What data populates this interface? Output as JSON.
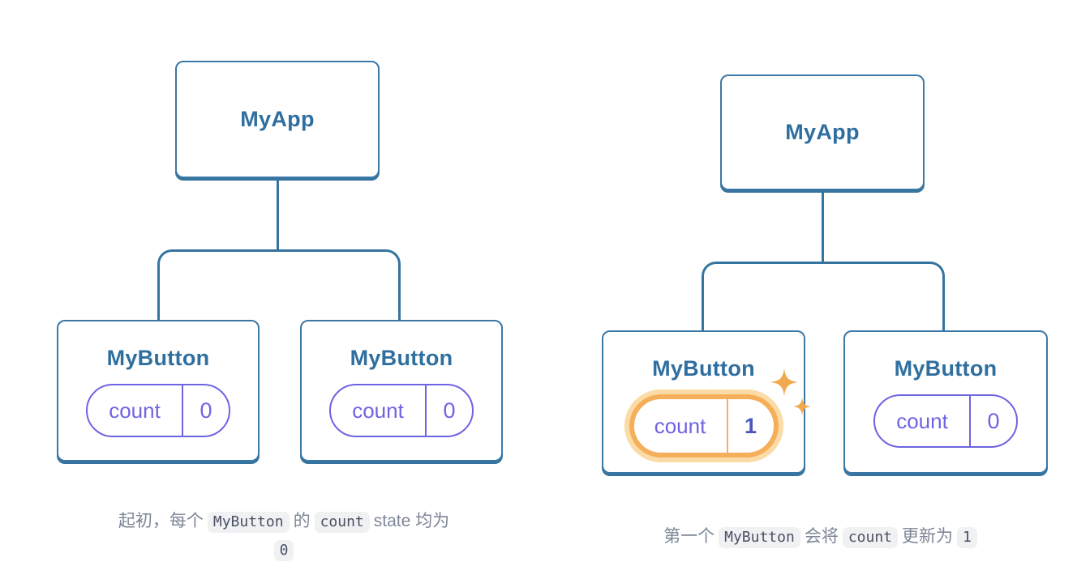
{
  "colors": {
    "tree_blue": "#35749e",
    "box_border_blue": "#3c78a6",
    "title_blue": "#2f6f9f",
    "pill_purple": "#6e64e2",
    "highlight_orange": "#f5af5b",
    "highlight_glow": "#fbdba6",
    "highlight_value_blue": "#4a55bd",
    "caption_gray": "#7d8697",
    "code_bg": "#f0f1f3",
    "code_text": "#4a5163",
    "sparkle_orange": "#f2a94e"
  },
  "diagrams": [
    {
      "name": "initial-state-tree",
      "root_label": "MyApp",
      "children": [
        {
          "title": "MyButton",
          "pill": {
            "key": "count",
            "value": "0"
          },
          "highlighted": false
        },
        {
          "title": "MyButton",
          "pill": {
            "key": "count",
            "value": "0"
          },
          "highlighted": false
        }
      ],
      "caption": {
        "parts": [
          {
            "type": "text",
            "value": "起初，每个"
          },
          {
            "type": "code",
            "value": "MyButton"
          },
          {
            "type": "text",
            "value": "的"
          },
          {
            "type": "code",
            "value": "count"
          },
          {
            "type": "text",
            "value": "state 均为"
          },
          {
            "type": "code",
            "value": "0"
          }
        ]
      }
    },
    {
      "name": "updated-state-tree",
      "root_label": "MyApp",
      "children": [
        {
          "title": "MyButton",
          "pill": {
            "key": "count",
            "value": "1"
          },
          "highlighted": true,
          "sparkle": "sparkle-icon"
        },
        {
          "title": "MyButton",
          "pill": {
            "key": "count",
            "value": "0"
          },
          "highlighted": false
        }
      ],
      "caption": {
        "parts": [
          {
            "type": "text",
            "value": "第一个"
          },
          {
            "type": "code",
            "value": "MyButton"
          },
          {
            "type": "text",
            "value": "会将"
          },
          {
            "type": "code",
            "value": "count"
          },
          {
            "type": "text",
            "value": "更新为"
          },
          {
            "type": "code",
            "value": "1"
          }
        ]
      }
    }
  ]
}
